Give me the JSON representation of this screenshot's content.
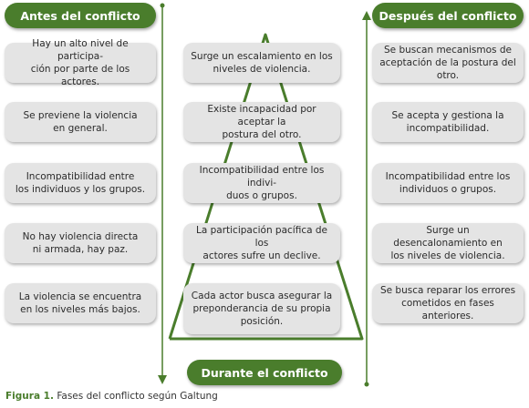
{
  "headers": {
    "left": "Antes del conflicto",
    "right": "Después del conflicto",
    "center": "Durante el conflicto"
  },
  "left_column": [
    "Hay un alto nivel de participa-\nción por parte de los actores.",
    "Se previene la violencia\nen general.",
    "Incompatibilidad  entre\nlos individuos y los grupos.",
    "No hay violencia directa\nni armada, hay paz.",
    "La violencia se encuentra\nen los niveles más bajos."
  ],
  "center_column": [
    "Surge un escalamiento en los\nniveles de violencia.",
    "Existe incapacidad por aceptar la\npostura del otro.",
    "Incompatibilidad entre los indivi-\nduos o grupos.",
    "La participación pacífica de los\nactores sufre un declive.",
    "Cada actor busca asegurar la\npreponderancia de su propia\nposición."
  ],
  "right_column": [
    "Se buscan mecanismos de\naceptación de la postura del otro.",
    "Se acepta y gestiona la\nincompatibilidad.",
    "Incompatibilidad entre los\nindividuos o grupos.",
    "Surge un desencalonamiento en\nlos niveles de violencia.",
    "Se busca reparar los errores\ncometidos en fases anteriores."
  ],
  "caption": {
    "label": "Figura 1.",
    "text": " Fases del conflicto según Galtung"
  },
  "colors": {
    "accent": "#4a7d2c",
    "box": "#e4e4e4"
  }
}
